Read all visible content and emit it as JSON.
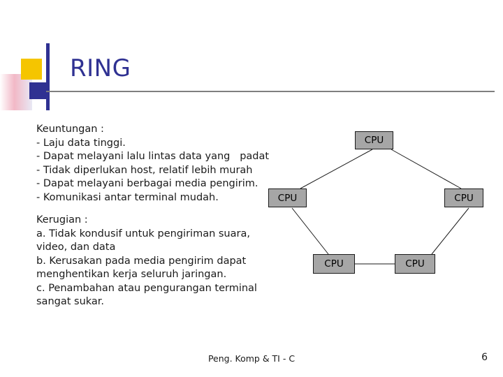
{
  "slide": {
    "title": "RING",
    "advantages_heading": "Keuntungan :",
    "advantages_text": "Keuntungan :\n- Laju data tinggi.\n- Dapat melayani lalu lintas data yang   padat\n- Tidak diperlukan host, relatif lebih murah\n- Dapat melayani berbagai media pengirim.\n- Komunikasi antar terminal mudah.",
    "disadvantages_text": "Kerugian :\na. Tidak kondusif untuk pengiriman suara,\nvideo, dan data\nb. Kerusakan pada media pengirim dapat\nmenghentikan kerja seluruh jaringan.\nc. Penambahan atau pengurangan terminal\nsangat sukar.",
    "footer": "Peng. Komp & TI - C",
    "page_number": "6"
  },
  "diagram": {
    "nodes": [
      {
        "label": "CPU",
        "id": "top"
      },
      {
        "label": "CPU",
        "id": "left"
      },
      {
        "label": "CPU",
        "id": "right"
      },
      {
        "label": "CPU",
        "id": "bottom-left"
      },
      {
        "label": "CPU",
        "id": "bottom-right"
      }
    ]
  },
  "colors": {
    "title": "#2f3192",
    "node_fill": "#a6a6a6",
    "accent_yellow": "#f5c500",
    "accent_blue": "#2f3192",
    "rule": "#7f7f7f"
  }
}
